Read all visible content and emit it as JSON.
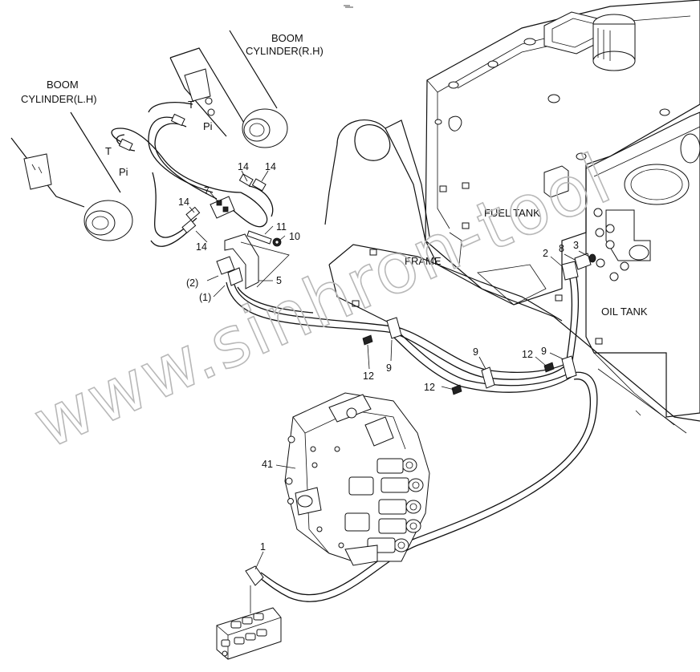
{
  "labels": {
    "boom_cyl_rh_line1": "BOOM",
    "boom_cyl_rh_line2": "CYLINDER(R.H)",
    "boom_cyl_lh_line1": "BOOM",
    "boom_cyl_lh_line2": "CYLINDER(L.H)",
    "fuel_tank": "FUEL TANK",
    "frame": "FRAME",
    "oil_tank": "OIL TANK",
    "port_t_rh": "T",
    "port_pi_rh": "Pi",
    "port_t_lh": "T",
    "port_pi_lh": "Pi"
  },
  "callouts": {
    "c14a": "14",
    "c14b": "14",
    "c14c": "14",
    "c14d": "14",
    "c7": "7",
    "c11": "11",
    "c10": "10",
    "c5": "5",
    "c2p": "(2)",
    "c1p": "(1)",
    "c2": "2",
    "c8": "8",
    "c3": "3",
    "c12a": "12",
    "c9a": "9",
    "c9b": "9",
    "c12b": "12",
    "c9c": "9",
    "c12c": "12",
    "c41": "41",
    "c1": "1"
  },
  "watermark": "www.sinhron-tool"
}
